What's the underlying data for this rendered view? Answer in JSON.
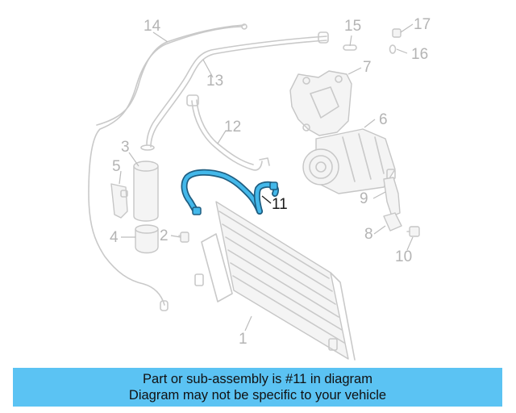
{
  "highlighted_part": "11",
  "callouts": {
    "c1": "1",
    "c2": "2",
    "c3": "3",
    "c4": "4",
    "c5": "5",
    "c6": "6",
    "c7": "7",
    "c8": "8",
    "c9": "9",
    "c10": "10",
    "c11": "11",
    "c12": "12",
    "c13": "13",
    "c14": "14",
    "c15": "15",
    "c16": "16",
    "c17": "17"
  },
  "banner": {
    "line1": "Part or sub-assembly is #11 in diagram",
    "line2": "Diagram may not be specific to your vehicle"
  },
  "colors": {
    "banner_background": "#5bc3f3",
    "highlight": "#43b8ea",
    "ghost_line": "#c9c9c9"
  }
}
